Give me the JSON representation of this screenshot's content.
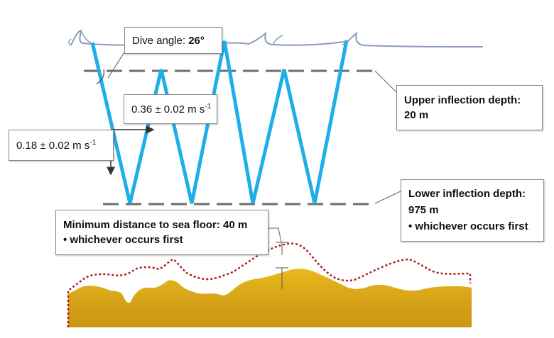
{
  "labels": {
    "dive_angle": {
      "text": "Dive angle: ",
      "value": "26°"
    },
    "upper_inflection": {
      "text": "Upper inflection depth:",
      "value": "20 m"
    },
    "lower_inflection": {
      "text": "Lower inflection depth:",
      "value": "975 m",
      "note": "• whichever occurs first"
    },
    "speed_horizontal": {
      "value": "0.36 ± 0.02 m s",
      "exponent": "-1"
    },
    "speed_vertical": {
      "value": "0.18 ± 0.02 m s",
      "exponent": "-1"
    },
    "min_distance": {
      "text": "Minimum distance to sea floor: ",
      "value": "40 m",
      "note": "• whichever occurs first"
    }
  },
  "colors": {
    "glider_path": "#1eaee8",
    "inflection_line": "#6e6e6e",
    "sea_surface": "#8a9bb8",
    "sea_floor": "#d6a315",
    "seafloor_offset_line": "#b01c1c",
    "box_border": "#8a8a8a"
  }
}
